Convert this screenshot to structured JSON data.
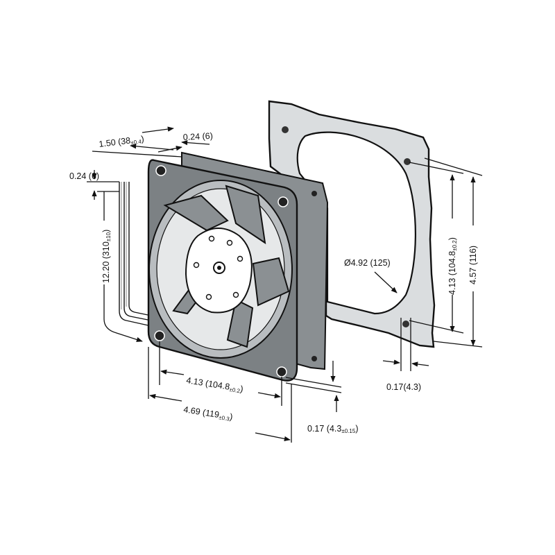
{
  "colors": {
    "housing": "#7f8487",
    "housing_dark": "#3e4346",
    "plate": "#d9dcde",
    "blade": "#8a8f92",
    "hub": "#ffffff",
    "line": "#111111"
  },
  "dimensions": {
    "depth": {
      "main": "1.50 (38",
      "tol": "±0.4",
      "close": ")"
    },
    "flange": {
      "main": "0.24 (6)"
    },
    "cable_offset": {
      "main": "0.24 (6)"
    },
    "cable_length": {
      "main": "12.20 (310",
      "tol": "±10",
      "close": ")"
    },
    "hole_spacing_b": {
      "main": "4.13 (104.8",
      "tol": "±0.2",
      "close": ")"
    },
    "overall_width": {
      "main": "4.69 (119",
      "tol": "±0.3",
      "close": ")"
    },
    "hole_dia": {
      "main": "0.17 (4.3",
      "tol": "±0.15",
      "close": ")"
    },
    "gasket_hole": {
      "main": "0.17(4.3)"
    },
    "cutout_dia": {
      "main": "Ø4.92 (125)"
    },
    "hole_spacing_r": {
      "main": "4.13 (104.8",
      "tol": "±0.2",
      "close": ")"
    },
    "plate_height": {
      "main": "4.57 (116)"
    }
  }
}
